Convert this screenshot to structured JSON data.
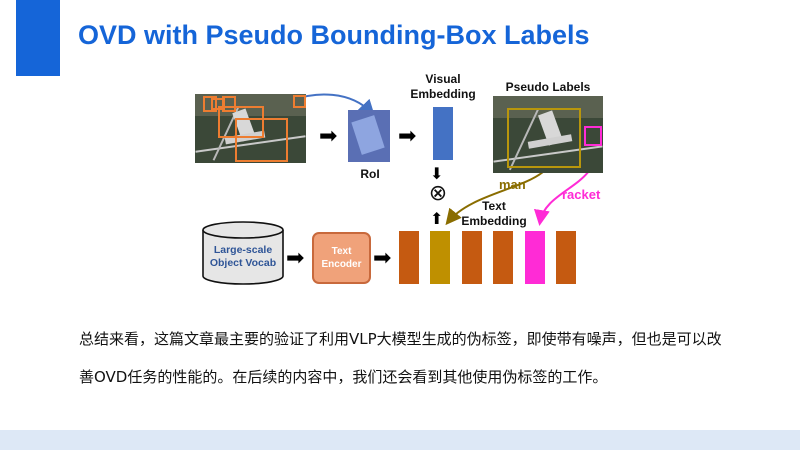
{
  "slide": {
    "title": "OVD with Pseudo Bounding-Box Labels",
    "accent_color": "#1565d8",
    "footer_color": "#dde8f6"
  },
  "diagram": {
    "roi_label": "RoI",
    "visual_embedding_label": [
      "Visual",
      "Embedding"
    ],
    "pseudo_labels_title": "Pseudo Labels",
    "text_embedding_label": [
      "Text",
      "Embedding"
    ],
    "vocab_label": [
      "Large-scale",
      "Object Vocab"
    ],
    "encoder_label": [
      "Text",
      "Encoder"
    ],
    "man_tag": "man",
    "racket_tag": "racket",
    "colors": {
      "proposal_box": "#ed7d31",
      "man_box": "#b8960c",
      "racket_box": "#ff2bd6",
      "visual_embedding": "#4472c4",
      "text_bar": "#c55a11",
      "man_bar": "#bf9000",
      "racket_bar": "#ff2bd6",
      "curve_roi": "#4472c4"
    },
    "text_bars": [
      "other",
      "man",
      "other",
      "other",
      "racket",
      "other"
    ]
  },
  "body": {
    "line1": "总结来看，这篇文章最主要的验证了利用VLP大模型生成的伪标签，即使带有噪声，但也是可以改",
    "line2": "善OVD任务的性能的。在后续的内容中，我们还会看到其他使用伪标签的工作。"
  }
}
